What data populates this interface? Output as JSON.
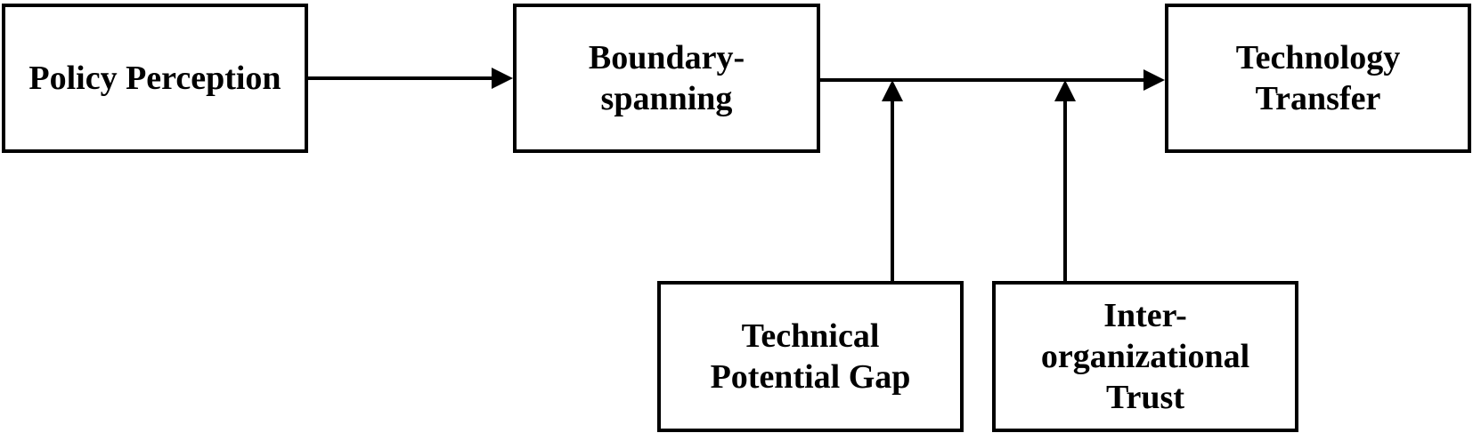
{
  "diagram": {
    "nodes": {
      "policy_perception": [
        "Policy Perception"
      ],
      "boundary_spanning": [
        "Boundary-",
        "spanning"
      ],
      "technology_transfer": [
        "Technology",
        "Transfer"
      ],
      "technical_potential_gap": [
        "Technical",
        "Potential Gap"
      ],
      "inter_organizational_trust": [
        "Inter-",
        "organizational",
        "Trust"
      ]
    },
    "edges": [
      {
        "from": "policy_perception",
        "to": "boundary_spanning",
        "kind": "direct"
      },
      {
        "from": "boundary_spanning",
        "to": "technology_transfer",
        "kind": "direct"
      },
      {
        "from": "technical_potential_gap",
        "to": "boundary_spanning->technology_transfer",
        "kind": "moderator"
      },
      {
        "from": "inter_organizational_trust",
        "to": "boundary_spanning->technology_transfer",
        "kind": "moderator"
      }
    ],
    "colors": {
      "stroke": "#000000",
      "fill": "#ffffff",
      "text": "#000000"
    }
  }
}
